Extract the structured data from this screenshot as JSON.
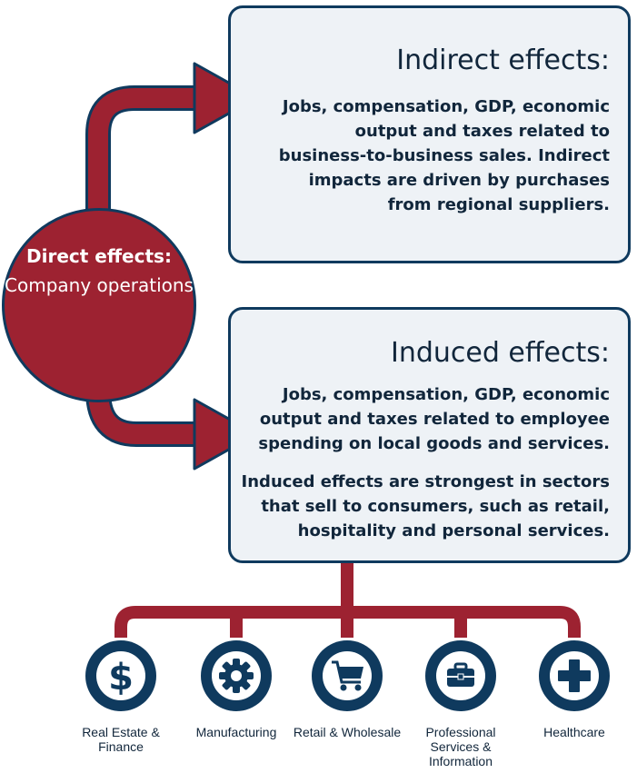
{
  "colors": {
    "navy": "#0f3a5e",
    "maroon": "#9d2231",
    "box_fill": "#eef2f6",
    "text": "#11263b"
  },
  "direct": {
    "title": "Direct effects:",
    "subtitle": "Company operations"
  },
  "indirect": {
    "title": "Indirect effects:",
    "text": "Jobs, compensation, GDP, economic output and taxes related to business-to-business sales. Indirect impacts are driven by purchases from regional suppliers."
  },
  "induced": {
    "title": "Induced effects:",
    "text1": "Jobs, compensation, GDP, economic output and taxes related to employee spending on local goods and services.",
    "text2": "Induced effects are strongest in sectors that sell to consumers, such as retail, hospitality and personal services."
  },
  "sectors": [
    {
      "label": "Real Estate & Finance",
      "icon": "dollar-icon"
    },
    {
      "label": "Manufacturing",
      "icon": "gear-icon"
    },
    {
      "label": "Retail & Wholesale",
      "icon": "shopping-cart-icon"
    },
    {
      "label": "Professional Services & Information",
      "icon": "briefcase-icon"
    },
    {
      "label": "Healthcare",
      "icon": "medical-cross-icon"
    }
  ]
}
